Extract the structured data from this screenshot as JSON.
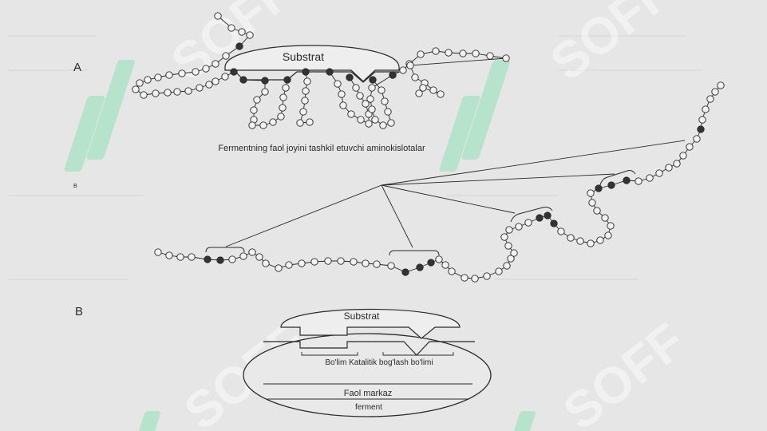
{
  "panel_a": {
    "label": "A",
    "substrate_label": "Substrat",
    "caption": "Fermentning faol joyini tashkil etuvchi aminokislotalar"
  },
  "panel_b_top": {
    "label": "B"
  },
  "panel_b": {
    "label": "B",
    "substrate_label": "Substrat",
    "sites_label": "Bo'lim Katalitik bog'lash bo'limi",
    "active_center_label": "Faol markaz",
    "enzyme_label": "ferment"
  },
  "watermark": {
    "text": "SOFF",
    "color": "#8fe0b4"
  },
  "colors": {
    "background": "#e6e6e6",
    "ink": "#2a2a2a",
    "residue_fill": "#f2f2f2",
    "active_residue_fill": "#333333"
  }
}
